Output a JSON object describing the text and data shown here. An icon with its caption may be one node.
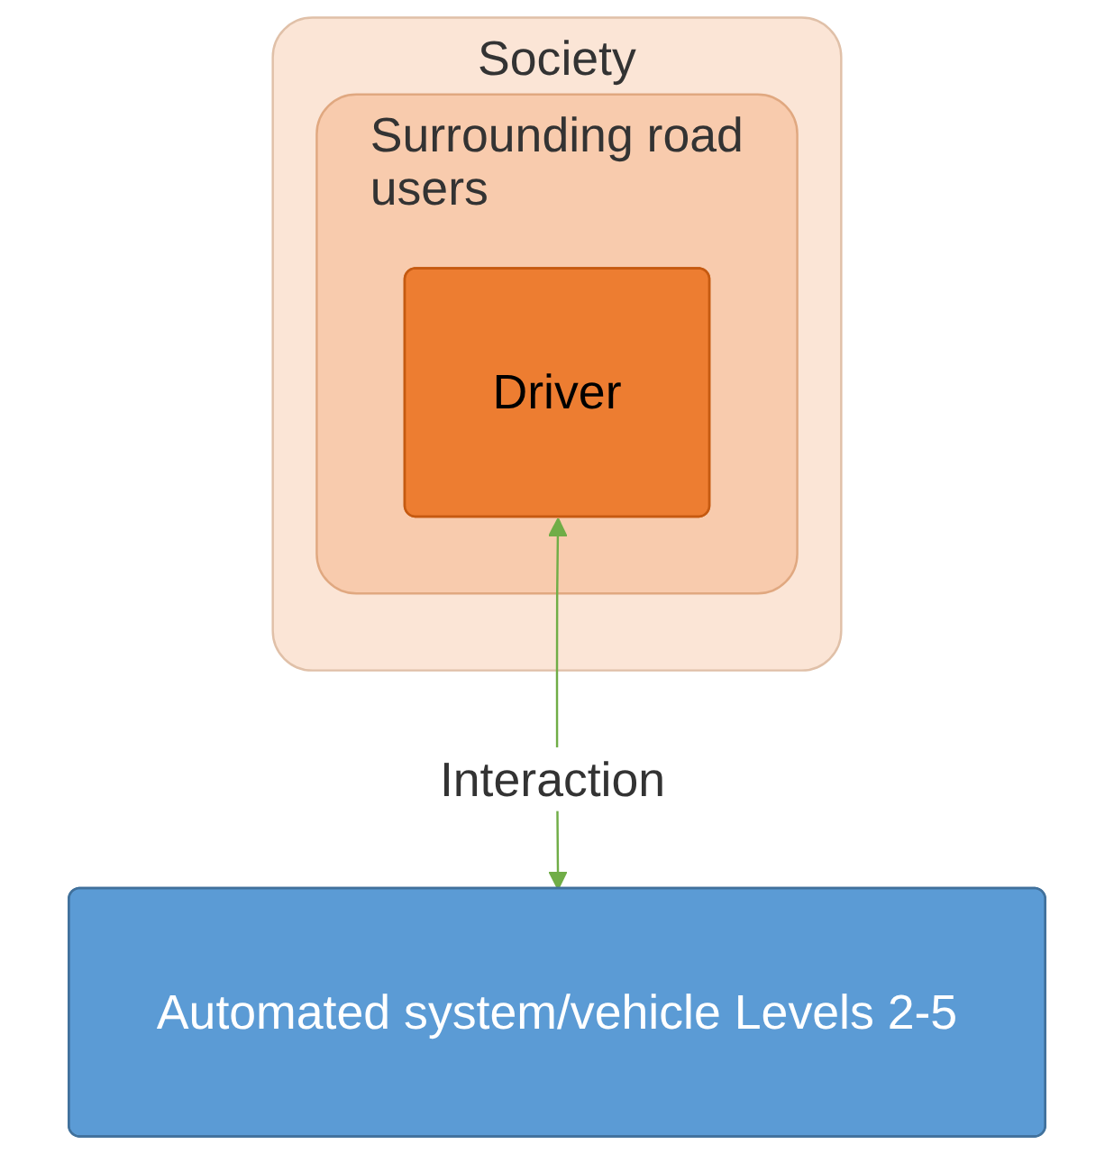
{
  "diagram": {
    "nodes": [
      {
        "text": [
          "Society"
        ]
      },
      {
        "text": [
          "Surrounding road users"
        ],
        "in": 0
      },
      {
        "text": [
          "Driver"
        ],
        "in": 1
      },
      {
        "text": [
          "Automated system/vehicle Levels 2-5"
        ]
      }
    ],
    "edges": [
      {
        "from": 2,
        "to": 3,
        "arrow": "both",
        "label": "Interaction",
        "color": "#70ad47"
      }
    ]
  }
}
